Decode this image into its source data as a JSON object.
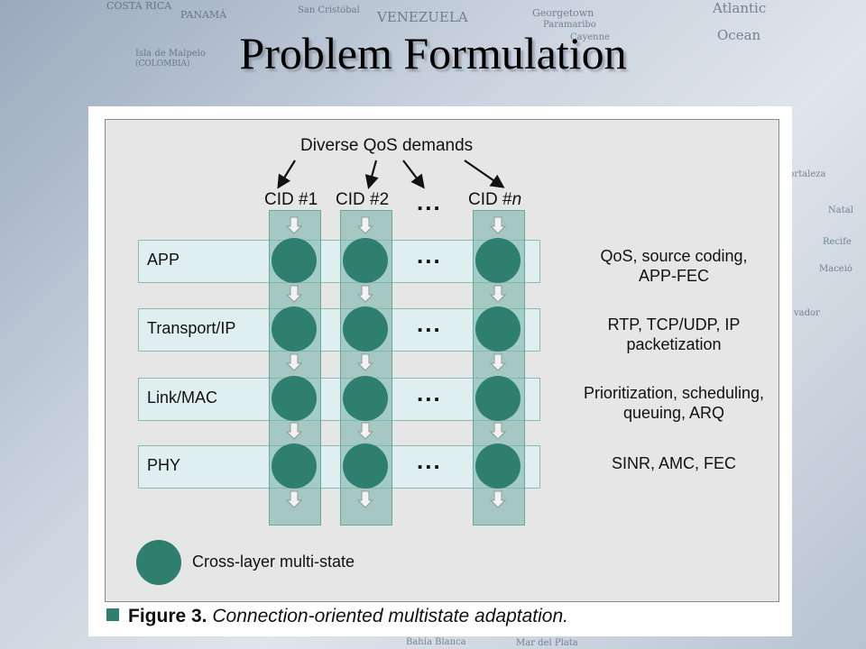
{
  "slide": {
    "title": "Problem Formulation",
    "background_map_labels": [
      "COSTA RICA",
      "PANAMÁ",
      "San Cristóbal",
      "VENEZUELA",
      "Georgetown",
      "Paramaribo",
      "Cayenne",
      "Isla de Malpelo",
      "(COLOMBIA)",
      "Atlantic",
      "Ocean",
      "Fortaleza",
      "Natal",
      "Recife",
      "Maceió",
      "vador",
      "Bahía Blanca",
      "Mar del Plata"
    ]
  },
  "figure": {
    "heading": "Diverse QoS demands",
    "cids": [
      {
        "prefix": "CID #",
        "id": "1"
      },
      {
        "prefix": "CID #",
        "id": "2"
      },
      {
        "prefix": "CID #",
        "id": "n"
      }
    ],
    "ellipsis": "...",
    "layers": [
      {
        "name": "APP",
        "description": "QoS, source coding,\nAPP-FEC"
      },
      {
        "name": "Transport/IP",
        "description": "RTP, TCP/UDP, IP\npacketization"
      },
      {
        "name": "Link/MAC",
        "description": "Prioritization, scheduling,\nqueuing, ARQ"
      },
      {
        "name": "PHY",
        "description": "SINR, AMC, FEC"
      }
    ],
    "legend_label": "Cross-layer multi-state",
    "caption": {
      "figure_number": "Figure 3.",
      "text": "Connection-oriented multistate adaptation."
    },
    "colors": {
      "node": "#2f7f71",
      "column": "#7cb6ab",
      "band": "#dfeeee",
      "diagram_bg": "#e6e6e6"
    }
  }
}
